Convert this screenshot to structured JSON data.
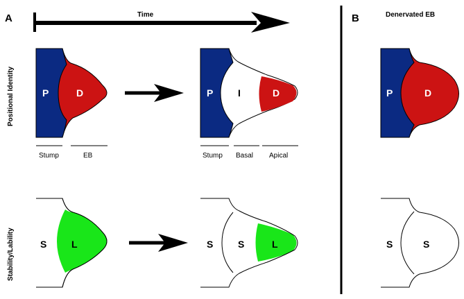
{
  "panels": {
    "a_label": "A",
    "b_label": "B",
    "b_title": "Denervated EB"
  },
  "time_label": "Time",
  "row_labels": {
    "top": "Positional Identity",
    "bottom": "Stability/Lability"
  },
  "top_left": {
    "p": "P",
    "d": "D",
    "under_labels": [
      "Stump",
      "EB"
    ]
  },
  "top_mid": {
    "p": "P",
    "i": "I",
    "d": "D",
    "under_labels": [
      "Stump",
      "Basal",
      "Apical"
    ]
  },
  "top_right": {
    "p": "P",
    "d": "D"
  },
  "bottom_left": {
    "s": "S",
    "l": "L"
  },
  "bottom_mid": {
    "s1": "S",
    "s2": "S",
    "l": "L"
  },
  "bottom_right": {
    "s1": "S",
    "s2": "S"
  },
  "colors": {
    "proximal": "#0b2a82",
    "distal": "#cc1313",
    "labile": "#19e619",
    "arrow": "#000000",
    "white": "#ffffff"
  },
  "icons": [
    "time-arrow",
    "transition-arrow-top",
    "transition-arrow-bottom"
  ]
}
